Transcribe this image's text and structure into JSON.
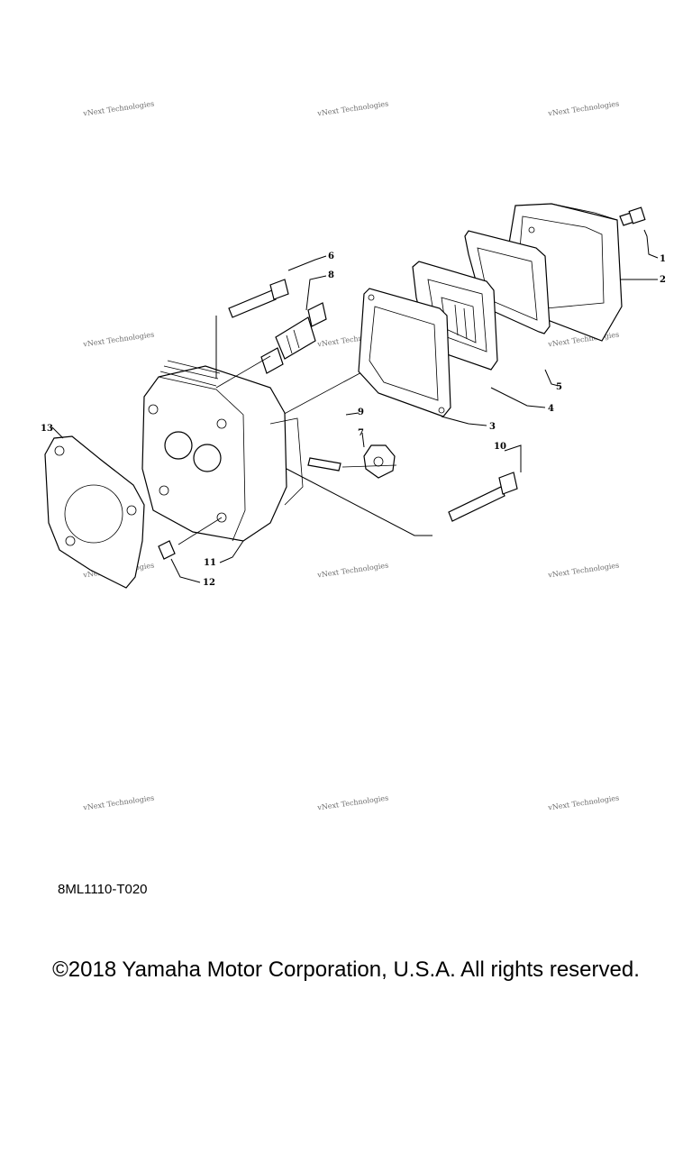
{
  "watermark_text": "vNext Technologies",
  "part_code": "8ML1110-T020",
  "copyright": "©2018 Yamaha Motor Corporation, U.S.A. All rights reserved.",
  "callouts": [
    "1",
    "2",
    "3",
    "4",
    "5",
    "6",
    "7",
    "8",
    "9",
    "10",
    "11",
    "12",
    "13"
  ]
}
